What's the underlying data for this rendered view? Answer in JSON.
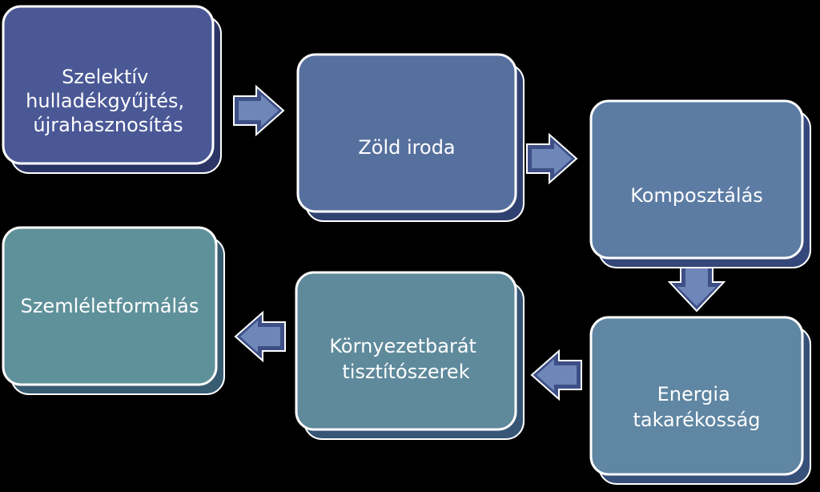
{
  "diagram": {
    "background": "#000000",
    "colors": {
      "step_1": "#4a5896",
      "step_2": "#56709e",
      "step_3": "#5c7ca4",
      "step_4": "#5f86a2",
      "step_5": "#5f8a9c",
      "step_6": "#5f919a",
      "border": "#ffffff",
      "arrow": "#6e86b8"
    },
    "steps": [
      {
        "lines": [
          "Szelektív",
          "hulladékgyűjtés,",
          "újrahasznosítás"
        ]
      },
      {
        "lines": [
          "Zöld iroda"
        ]
      },
      {
        "lines": [
          "Komposztálás"
        ]
      },
      {
        "lines": [
          "Energia",
          "takarékosság"
        ]
      },
      {
        "lines": [
          "Környezetbarát",
          "tisztítószerek"
        ]
      },
      {
        "lines": [
          "Szemléletformálás"
        ]
      }
    ],
    "connectors": [
      {
        "from": 1,
        "to": 2,
        "direction": "right"
      },
      {
        "from": 2,
        "to": 3,
        "direction": "right"
      },
      {
        "from": 3,
        "to": 4,
        "direction": "down"
      },
      {
        "from": 4,
        "to": 5,
        "direction": "left"
      },
      {
        "from": 5,
        "to": 6,
        "direction": "left"
      }
    ]
  }
}
